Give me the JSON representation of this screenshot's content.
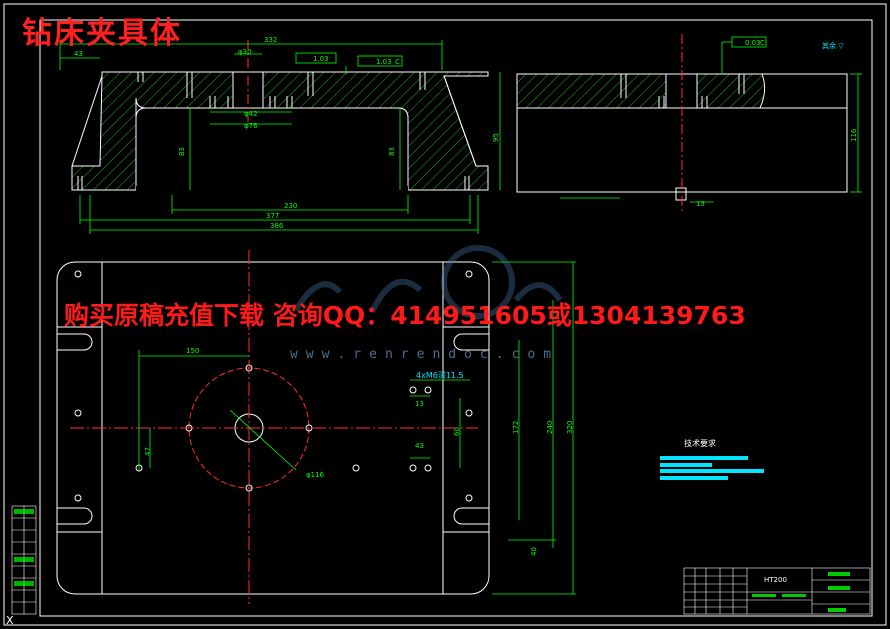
{
  "drawing": {
    "title": "钻床夹具体",
    "watermark": "购买原稿充值下载 咨询QQ：414951605或1304139763",
    "watermark_url": "www.renrendoc.com",
    "tech_requirements_title": "技术要求",
    "material": "HT200"
  },
  "front_view": {
    "dims": {
      "d332": "332",
      "d43": "43",
      "d230": "230",
      "d377": "377",
      "d386": "386",
      "d83a": "83",
      "d83b": "83",
      "d95": "95",
      "phi42": "φ42",
      "phi76": "φ76",
      "phi30": "φ30",
      "tol1": "1.03",
      "tol2": "1.03",
      "datum_c": "C"
    }
  },
  "side_view": {
    "dims": {
      "d116": "116",
      "d13": "13",
      "tol": "0.03",
      "datum_c": "C"
    }
  },
  "top_view": {
    "dims": {
      "d150": "150",
      "d47": "47",
      "d172": "172",
      "d240": "240",
      "d320": "320",
      "d60": "60",
      "d13a": "13",
      "d43b": "43",
      "d40": "40",
      "phi116": "φ116",
      "tapped": "4xM6深11.5"
    }
  },
  "colors": {
    "outline": "#ffffff",
    "dimension": "#00ff00",
    "center_line": "#ff3030",
    "hatch": "#2aff2a",
    "accent_cyan": "#00e5ff",
    "watermark": "#ff1a1a"
  }
}
